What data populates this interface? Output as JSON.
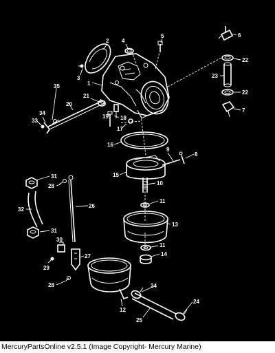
{
  "footer": {
    "caption": "MercuryPartsOnline v2.5.1 (Image Copyright- Mercury Marine)"
  },
  "callouts": [
    {
      "id": "c1",
      "text": "1"
    },
    {
      "id": "c2",
      "text": "2"
    },
    {
      "id": "c3",
      "text": "3"
    },
    {
      "id": "c4",
      "text": "4"
    },
    {
      "id": "c5",
      "text": "5"
    },
    {
      "id": "c6",
      "text": "6"
    },
    {
      "id": "c7",
      "text": "7"
    },
    {
      "id": "c8",
      "text": "8"
    },
    {
      "id": "c9",
      "text": "9"
    },
    {
      "id": "c10",
      "text": "10"
    },
    {
      "id": "c11a",
      "text": "11"
    },
    {
      "id": "c11b",
      "text": "11"
    },
    {
      "id": "c12",
      "text": "12"
    },
    {
      "id": "c13",
      "text": "13"
    },
    {
      "id": "c14",
      "text": "14"
    },
    {
      "id": "c15",
      "text": "15"
    },
    {
      "id": "c16",
      "text": "16"
    },
    {
      "id": "c17",
      "text": "17"
    },
    {
      "id": "c18",
      "text": "18"
    },
    {
      "id": "c19",
      "text": "19"
    },
    {
      "id": "c20",
      "text": "20"
    },
    {
      "id": "c21",
      "text": "21"
    },
    {
      "id": "c22a",
      "text": "22"
    },
    {
      "id": "c22b",
      "text": "22"
    },
    {
      "id": "c23",
      "text": "23"
    },
    {
      "id": "c24a",
      "text": "24"
    },
    {
      "id": "c24b",
      "text": "24"
    },
    {
      "id": "c25",
      "text": "25"
    },
    {
      "id": "c26",
      "text": "26"
    },
    {
      "id": "c27",
      "text": "27"
    },
    {
      "id": "c28a",
      "text": "28"
    },
    {
      "id": "c28b",
      "text": "28"
    },
    {
      "id": "c29",
      "text": "29"
    },
    {
      "id": "c30",
      "text": "30"
    },
    {
      "id": "c31a",
      "text": "31"
    },
    {
      "id": "c31b",
      "text": "31"
    },
    {
      "id": "c32",
      "text": "32"
    },
    {
      "id": "c33",
      "text": "33"
    },
    {
      "id": "c34",
      "text": "34"
    },
    {
      "id": "c35",
      "text": "35"
    }
  ]
}
